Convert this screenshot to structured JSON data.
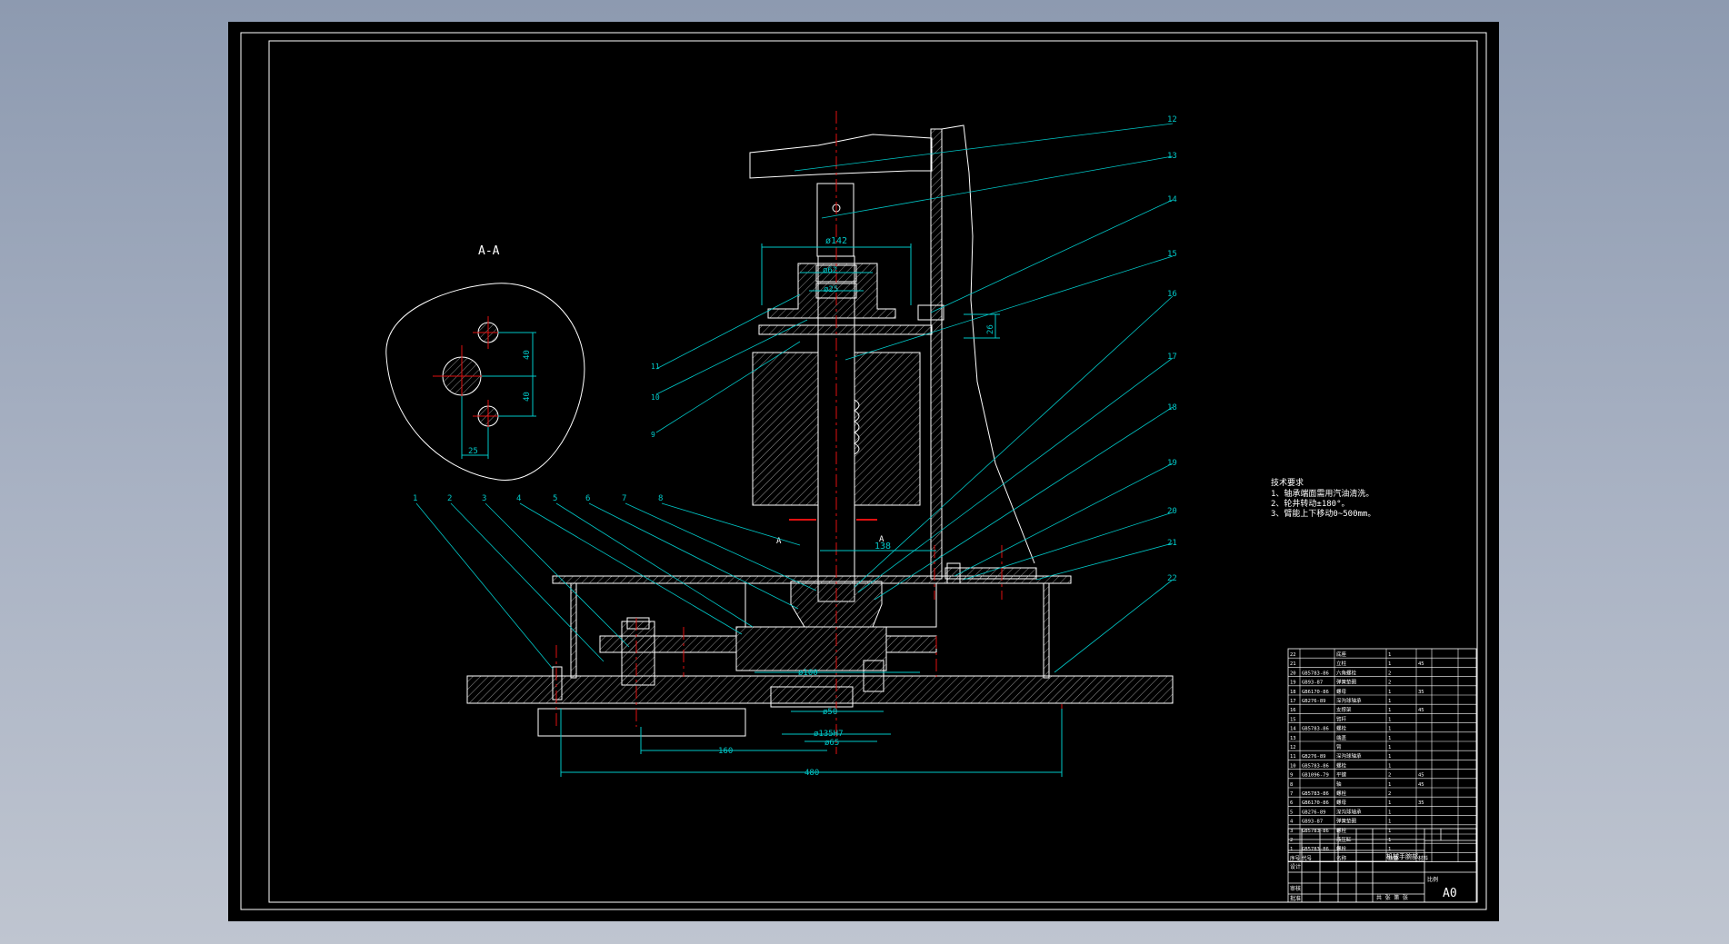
{
  "colors": {
    "background": "#000000",
    "outline": "#ffffff",
    "callout": "#00c8c8",
    "centerline": "#e01010",
    "dimension": "#00c8c8"
  },
  "section": {
    "label": "A-A",
    "dims": [
      "40",
      "40",
      "25"
    ]
  },
  "dimensions": {
    "d142": "ø142",
    "d62": "ø62",
    "d25": "ø25",
    "h26": "26",
    "w138": "138",
    "d100": "ø100",
    "d50": "ø50",
    "d135": "ø135H7",
    "d65": "ø65",
    "w160": "160",
    "w480": "480",
    "cutA1": "A",
    "cutA2": "A"
  },
  "callouts_left": [
    "1",
    "2",
    "3",
    "4",
    "5",
    "6",
    "7",
    "8"
  ],
  "callouts_mid": [
    "11",
    "10",
    "9"
  ],
  "callouts_right": [
    "12",
    "13",
    "14",
    "15",
    "16",
    "17",
    "18",
    "19",
    "20",
    "21",
    "22"
  ],
  "tech_requirements": {
    "title": "技术要求",
    "lines": [
      "1、轴承端面需用汽油清洗。",
      "2、轮井转动±180°。",
      "3、臂能上下移动0~500mm。"
    ]
  },
  "bom_rows": [
    {
      "no": "22",
      "code": "",
      "name": "底座",
      "qty": "1",
      "mat": "",
      "note": ""
    },
    {
      "no": "21",
      "code": "",
      "name": "立柱",
      "qty": "1",
      "mat": "45",
      "note": ""
    },
    {
      "no": "20",
      "code": "GB5783-86",
      "name": "六角螺栓",
      "qty": "2",
      "mat": "",
      "note": ""
    },
    {
      "no": "19",
      "code": "GB93-87",
      "name": "弹簧垫圈",
      "qty": "2",
      "mat": "",
      "note": ""
    },
    {
      "no": "18",
      "code": "GB6170-86",
      "name": "螺母",
      "qty": "1",
      "mat": "35",
      "note": ""
    },
    {
      "no": "17",
      "code": "GB276-89",
      "name": "深沟球轴承",
      "qty": "1",
      "mat": "",
      "note": ""
    },
    {
      "no": "16",
      "code": "",
      "name": "支撑架",
      "qty": "1",
      "mat": "45",
      "note": ""
    },
    {
      "no": "15",
      "code": "",
      "name": "臂杆",
      "qty": "1",
      "mat": "",
      "note": ""
    },
    {
      "no": "14",
      "code": "GB5783-86",
      "name": "螺栓",
      "qty": "1",
      "mat": "",
      "note": ""
    },
    {
      "no": "13",
      "code": "",
      "name": "端盖",
      "qty": "1",
      "mat": "",
      "note": ""
    },
    {
      "no": "12",
      "code": "",
      "name": "臂",
      "qty": "1",
      "mat": "",
      "note": ""
    },
    {
      "no": "11",
      "code": "GB276-89",
      "name": "深沟球轴承",
      "qty": "1",
      "mat": "",
      "note": ""
    },
    {
      "no": "10",
      "code": "GB5783-86",
      "name": "螺栓",
      "qty": "1",
      "mat": "",
      "note": ""
    },
    {
      "no": "9",
      "code": "GB1096-79",
      "name": "平键",
      "qty": "2",
      "mat": "45",
      "note": ""
    },
    {
      "no": "8",
      "code": "",
      "name": "轴",
      "qty": "1",
      "mat": "45",
      "note": ""
    },
    {
      "no": "7",
      "code": "GB5783-86",
      "name": "螺栓",
      "qty": "2",
      "mat": "",
      "note": ""
    },
    {
      "no": "6",
      "code": "GB6170-86",
      "name": "螺母",
      "qty": "1",
      "mat": "35",
      "note": ""
    },
    {
      "no": "5",
      "code": "GB276-89",
      "name": "深沟球轴承",
      "qty": "1",
      "mat": "",
      "note": ""
    },
    {
      "no": "4",
      "code": "GB93-87",
      "name": "弹簧垫圈",
      "qty": "1",
      "mat": "",
      "note": ""
    },
    {
      "no": "3",
      "code": "GB5783-86",
      "name": "螺栓",
      "qty": "1",
      "mat": "",
      "note": ""
    },
    {
      "no": "2",
      "code": "",
      "name": "液压缸",
      "qty": "1",
      "mat": "",
      "note": ""
    },
    {
      "no": "1",
      "code": "GB5783-86",
      "name": "螺栓",
      "qty": "1",
      "mat": "",
      "note": ""
    }
  ],
  "title_block": {
    "h_no": "序号",
    "h_code": "代号",
    "h_name": "名称",
    "h_qty": "数量",
    "h_mat": "材料",
    "drawing_name": "机械手腕部",
    "sheet_size": "A0",
    "design": "设计",
    "check": "审核",
    "approve": "批准",
    "scale": "比例",
    "sheet": "共 张 第 张"
  }
}
